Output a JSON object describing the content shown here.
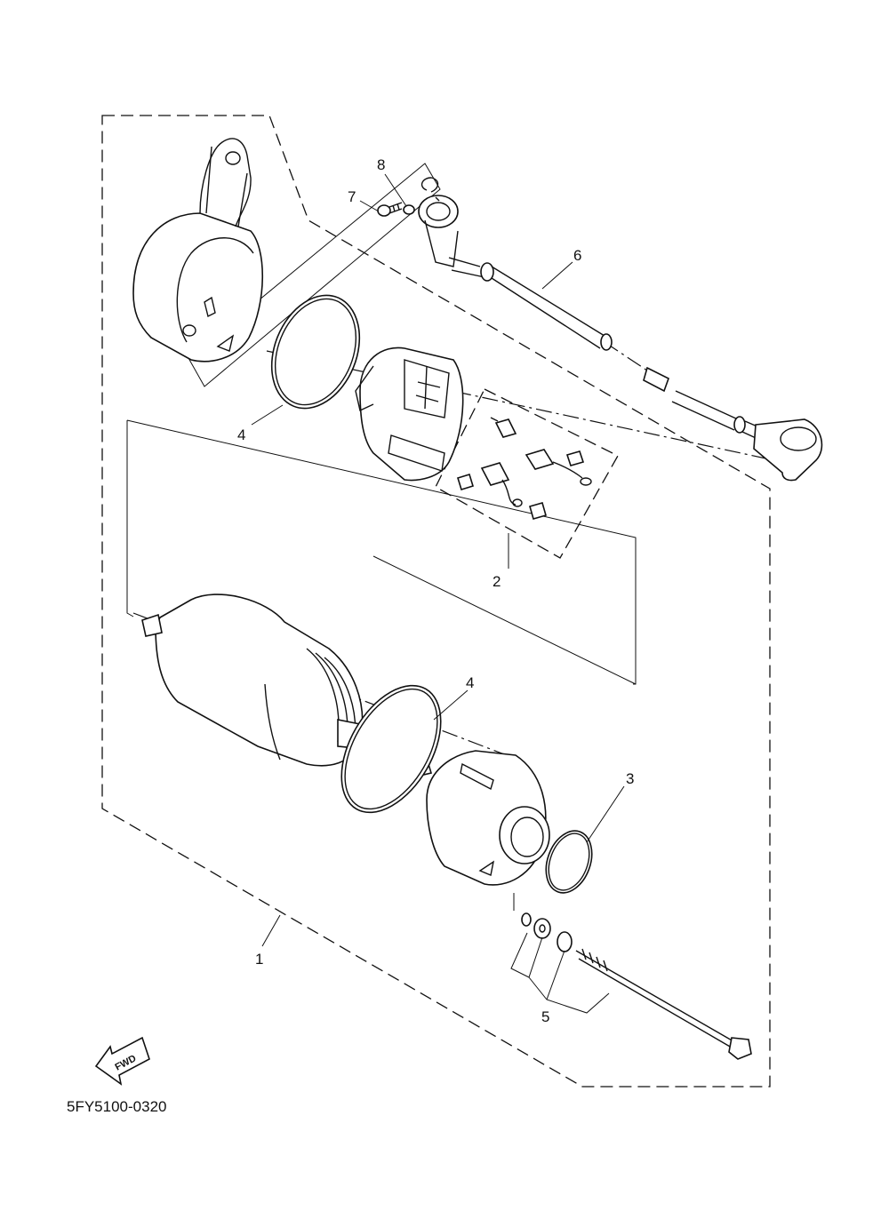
{
  "diagram": {
    "callouts": [
      {
        "id": "1",
        "text": "1"
      },
      {
        "id": "2",
        "text": "2"
      },
      {
        "id": "3",
        "text": "3"
      },
      {
        "id": "4a",
        "text": "4"
      },
      {
        "id": "4b",
        "text": "4"
      },
      {
        "id": "5",
        "text": "5"
      },
      {
        "id": "6",
        "text": "6"
      },
      {
        "id": "7",
        "text": "7"
      },
      {
        "id": "8",
        "text": "8"
      }
    ],
    "fwd_label": "FWD",
    "figure_code": "5FY5100-0320"
  }
}
